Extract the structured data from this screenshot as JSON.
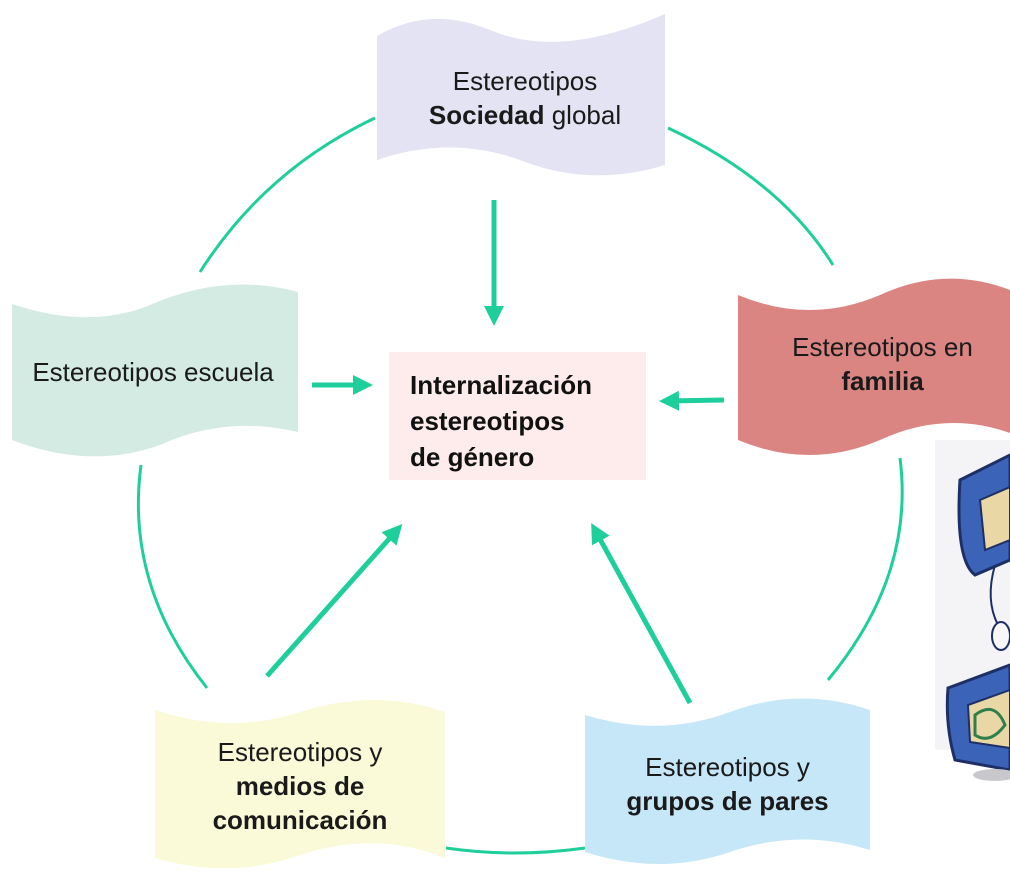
{
  "nodes": {
    "sociedad": {
      "line1": "Estereotipos",
      "bold": "Sociedad",
      "rest": " global"
    },
    "escuela": {
      "text": "Estereotipos escuela"
    },
    "familia": {
      "line1": "Estereotipos en",
      "bold": "familia"
    },
    "medios": {
      "line1": "Estereotipos y",
      "bold1": "medios de",
      "bold2": "comunicación"
    },
    "pares": {
      "line1": "Estereotipos y",
      "bold": "grupos de pares"
    }
  },
  "center": {
    "line1": "Internalización",
    "line2": "estereotipos",
    "line3": "de género"
  },
  "colors": {
    "sociedad": "#e4e3f3",
    "escuela": "#d3ebe3",
    "familia": "#db8582",
    "medios": "#fafad8",
    "pares": "#c6e7f7",
    "center": "#fdeceb",
    "connector": "#1fcf9b",
    "clipart_blue": "#3b64b8"
  },
  "icons": [
    "computer-clipart-icon"
  ]
}
